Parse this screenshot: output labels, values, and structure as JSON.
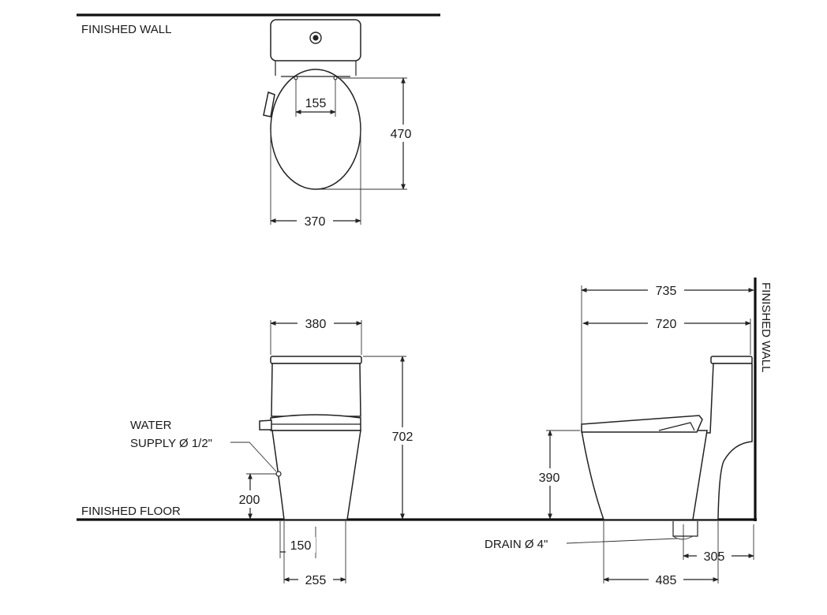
{
  "labels": {
    "finished_wall_top": "FINISHED WALL",
    "finished_wall_side": "FINISHED WALL",
    "finished_floor": "FINISHED FLOOR",
    "water_supply_line1": "WATER",
    "water_supply_line2": "SUPPLY Ø 1/2\"",
    "drain": "DRAIN Ø 4\""
  },
  "dimensions": {
    "top_view": {
      "seat_hinge_spacing": "155",
      "seat_length": "470",
      "seat_width": "370"
    },
    "front_view": {
      "tank_width": "380",
      "overall_height": "702",
      "supply_height": "200",
      "base_offset": "150",
      "base_width": "255"
    },
    "side_view": {
      "overall_depth": "735",
      "bowl_depth": "720",
      "seat_height": "390",
      "drain_offset": "305",
      "foot_depth": "485"
    }
  }
}
